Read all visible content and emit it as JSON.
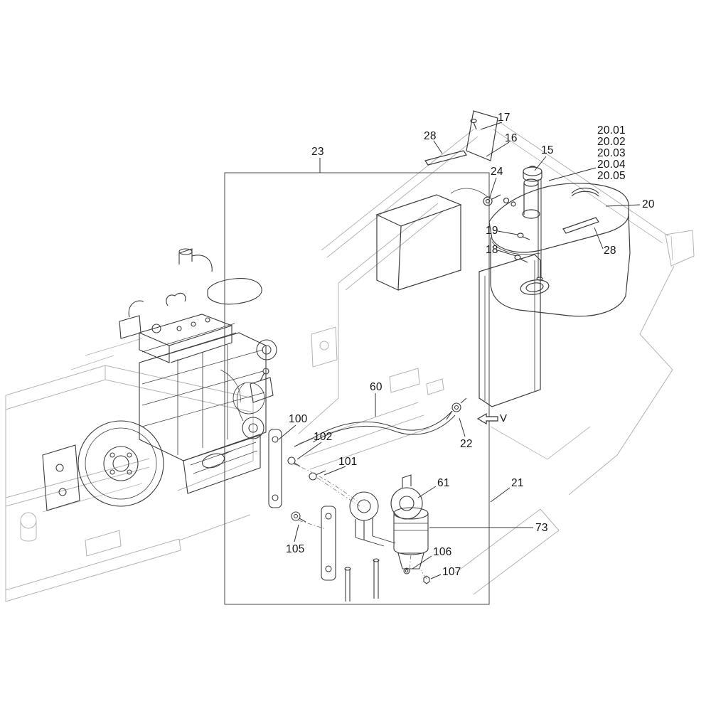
{
  "figure": {
    "type": "exploded-parts-diagram",
    "background": "#ffffff",
    "part_line_color": "#3c3c3c",
    "frame_line_color": "#b3b3b3",
    "group_box_color": "#4a4a4a"
  },
  "callouts": [
    {
      "id": "17",
      "text": "17"
    },
    {
      "id": "28-top",
      "text": "28"
    },
    {
      "id": "16",
      "text": "16"
    },
    {
      "id": "23",
      "text": "23"
    },
    {
      "id": "15",
      "text": "15"
    },
    {
      "id": "20.01",
      "text": "20.01"
    },
    {
      "id": "20.02",
      "text": "20.02"
    },
    {
      "id": "20.03",
      "text": "20.03"
    },
    {
      "id": "20.04",
      "text": "20.04"
    },
    {
      "id": "20.05",
      "text": "20.05"
    },
    {
      "id": "24",
      "text": "24"
    },
    {
      "id": "20",
      "text": "20"
    },
    {
      "id": "19",
      "text": "19"
    },
    {
      "id": "18",
      "text": "18"
    },
    {
      "id": "28-right",
      "text": "28"
    },
    {
      "id": "60",
      "text": "60"
    },
    {
      "id": "22",
      "text": "22"
    },
    {
      "id": "100",
      "text": "100"
    },
    {
      "id": "102",
      "text": "102"
    },
    {
      "id": "101",
      "text": "101"
    },
    {
      "id": "61",
      "text": "61"
    },
    {
      "id": "21",
      "text": "21"
    },
    {
      "id": "105",
      "text": "105"
    },
    {
      "id": "73",
      "text": "73"
    },
    {
      "id": "106",
      "text": "106"
    },
    {
      "id": "107",
      "text": "107"
    },
    {
      "id": "view-v",
      "text": "V"
    }
  ]
}
